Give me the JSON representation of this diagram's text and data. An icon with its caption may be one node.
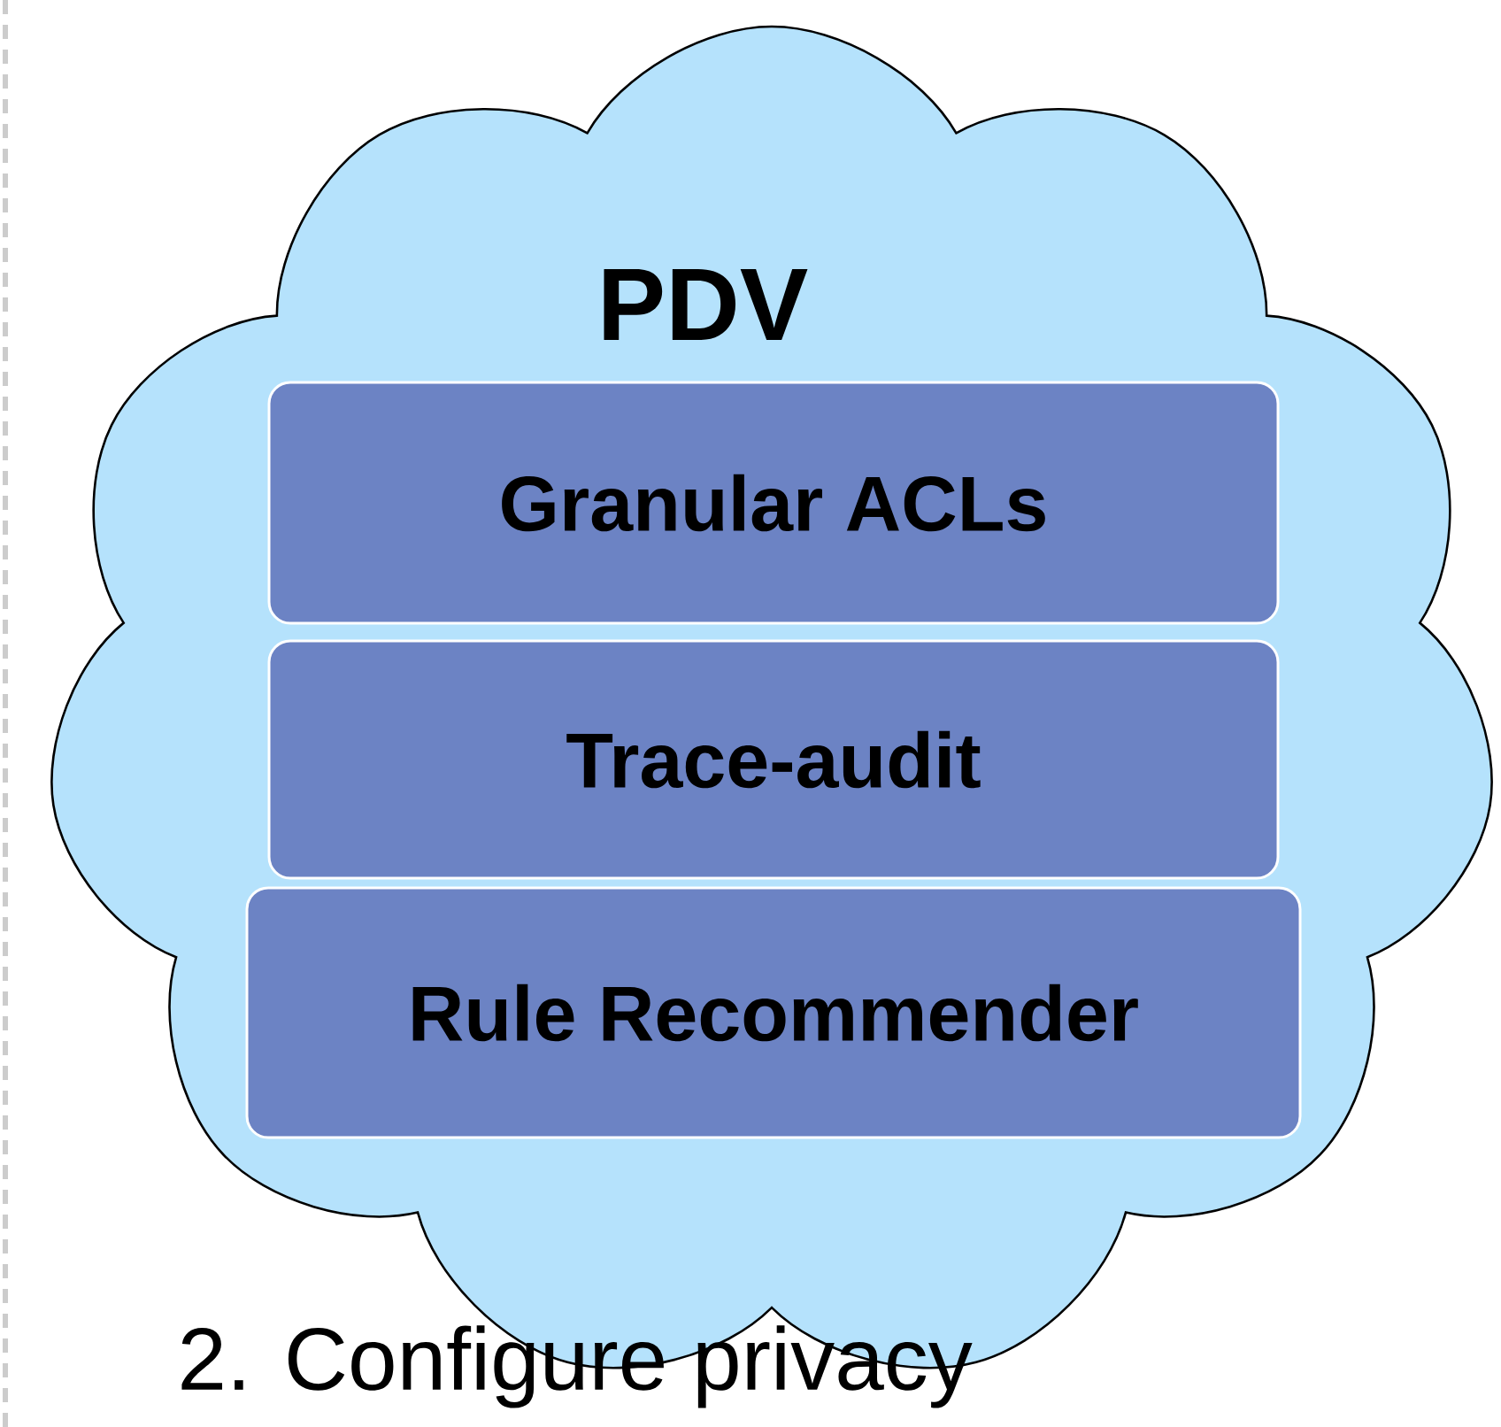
{
  "diagram": {
    "nodes": [
      {
        "text": [
          "PDV"
        ]
      },
      {
        "text": [
          "Granular ACLs"
        ],
        "in": 0
      },
      {
        "text": [
          "Trace-audit"
        ],
        "in": 0
      },
      {
        "text": [
          "Rule Recommender"
        ],
        "in": 0
      }
    ],
    "labels": [
      "2. Configure privacy"
    ]
  }
}
